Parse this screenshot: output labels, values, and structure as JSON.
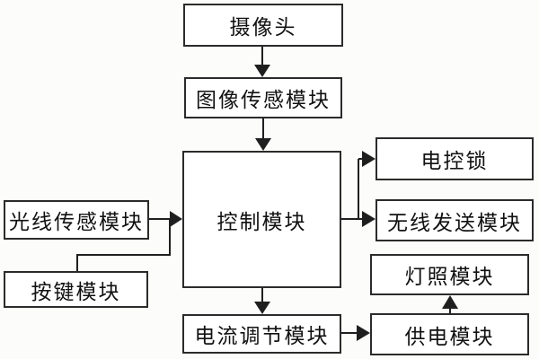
{
  "diagram": {
    "type": "block-diagram-flowchart",
    "colors": {
      "background": "#fcfcfa",
      "box_fill": "#ffffff",
      "box_border": "#2b2b2b",
      "line": "#1f1f1f",
      "text": "#111111"
    },
    "nodes": {
      "camera": {
        "label": "摄像头"
      },
      "image_sensor": {
        "label": "图像传感模块"
      },
      "control": {
        "label": "控制模块"
      },
      "light_sensor": {
        "label": "光线传感模块"
      },
      "key": {
        "label": "按键模块"
      },
      "lock": {
        "label": "电控锁"
      },
      "wireless": {
        "label": "无线发送模块"
      },
      "lighting": {
        "label": "灯照模块"
      },
      "power": {
        "label": "供电模块"
      },
      "current": {
        "label": "电流调节模块"
      }
    },
    "edges": [
      {
        "from": "摄像头",
        "to": "图像传感模块",
        "arrow": true
      },
      {
        "from": "图像传感模块",
        "to": "控制模块",
        "arrow": true
      },
      {
        "from": "光线传感模块",
        "to": "控制模块",
        "arrow": true
      },
      {
        "from": "按键模块",
        "to": "控制模块",
        "arrow": true,
        "note": "joins the light-sensor arrow line before entering"
      },
      {
        "from": "控制模块",
        "to": "电控锁",
        "arrow": true
      },
      {
        "from": "控制模块",
        "to": "无线发送模块",
        "arrow": true
      },
      {
        "from": "控制模块",
        "to": "电流调节模块",
        "arrow": true
      },
      {
        "from": "电流调节模块",
        "to": "供电模块",
        "arrow": true
      },
      {
        "from": "供电模块",
        "to": "灯照模块",
        "arrow": true
      }
    ]
  }
}
